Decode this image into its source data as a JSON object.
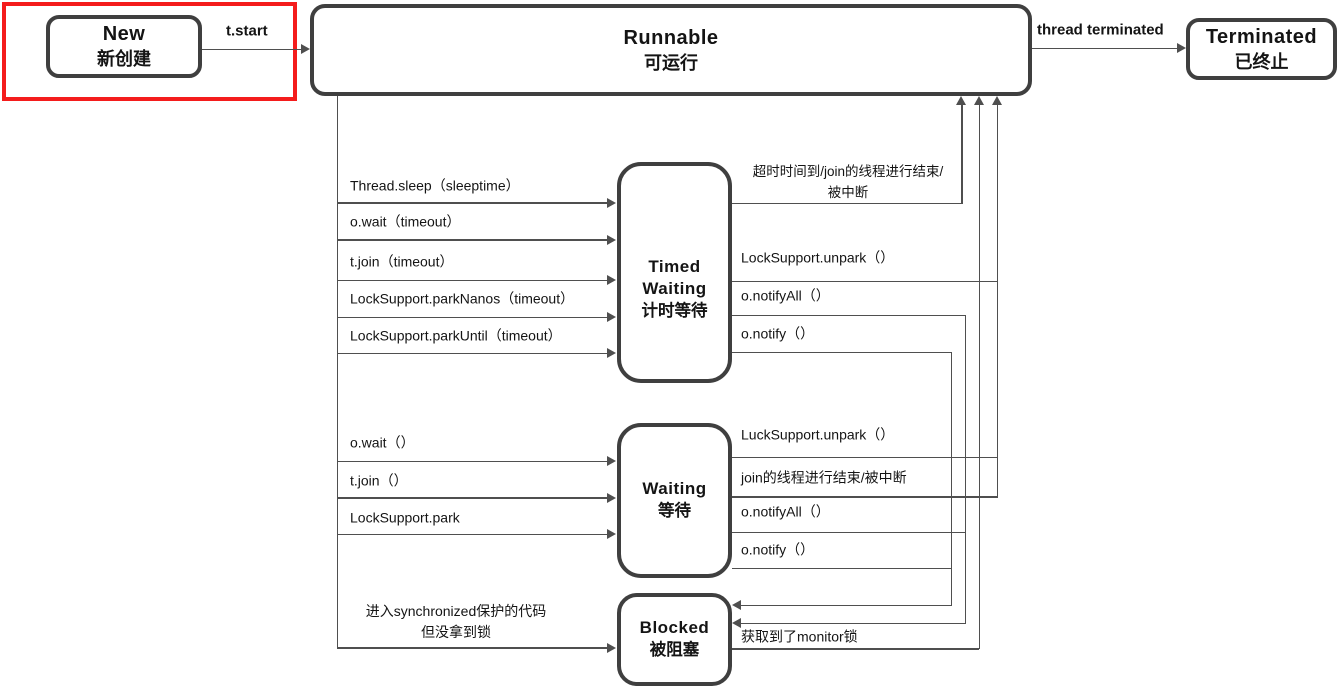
{
  "colors": {
    "highlight": "#f41c1c",
    "box_border": "#3f3f3f",
    "line": "#4f4f4f",
    "text": "#141414"
  },
  "states": {
    "new": {
      "name": "New",
      "name_zh": "新创建"
    },
    "runnable": {
      "name": "Runnable",
      "name_zh": "可运行"
    },
    "terminated": {
      "name": "Terminated",
      "name_zh": "已终止"
    },
    "timed_waiting": {
      "name_line1": "Timed",
      "name_line2": "Waiting",
      "name_zh": "计时等待"
    },
    "waiting": {
      "name": "Waiting",
      "name_zh": "等待"
    },
    "blocked": {
      "name": "Blocked",
      "name_zh": "被阻塞"
    }
  },
  "edges": {
    "new_to_runnable": "t.start",
    "runnable_to_terminated": "thread terminated",
    "runnable_to_timed_waiting": [
      "Thread.sleep（sleeptime）",
      "o.wait（timeout）",
      "t.join（timeout）",
      "LockSupport.parkNanos（timeout）",
      "LockSupport.parkUntil（timeout）"
    ],
    "timed_waiting_to_runnable_timeout": {
      "line1": "超时时间到/join的线程进行结束/",
      "line2": "被中断"
    },
    "timed_waiting_to_runnable_unpark": "LockSupport.unpark（）",
    "timed_waiting_to_blocked_notifyall": "o.notifyAll（）",
    "timed_waiting_to_blocked_notify": "o.notify（）",
    "runnable_to_waiting": [
      "o.wait（）",
      "t.join（）",
      "LockSupport.park"
    ],
    "waiting_to_runnable_unpark": "LuckSupport.unpark（）",
    "waiting_to_runnable_join": "join的线程进行结束/被中断",
    "waiting_to_blocked_notifyall": "o.notifyAll（）",
    "waiting_to_blocked_notify": "o.notify（）",
    "runnable_to_blocked": {
      "line1": "进入synchronized保护的代码",
      "line2": "但没拿到锁"
    },
    "blocked_to_runnable": "获取到了monitor锁"
  }
}
